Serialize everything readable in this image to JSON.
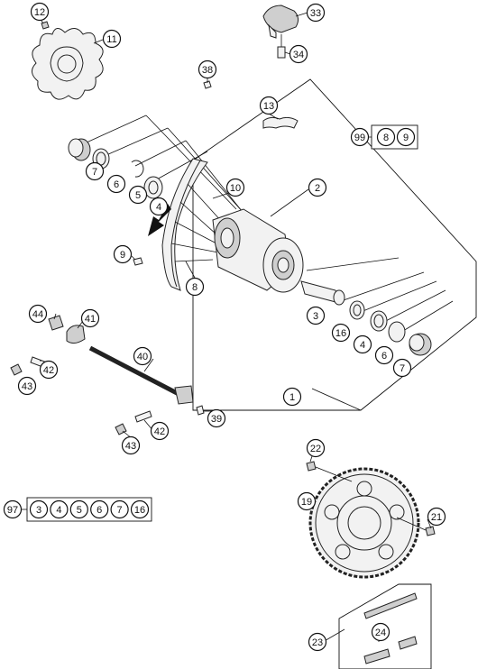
{
  "diagram": {
    "callouts": [
      {
        "id": "c-12",
        "label": "12"
      },
      {
        "id": "c-11",
        "label": "11"
      },
      {
        "id": "c-33",
        "label": "33"
      },
      {
        "id": "c-34",
        "label": "34"
      },
      {
        "id": "c-38",
        "label": "38"
      },
      {
        "id": "c-13",
        "label": "13"
      },
      {
        "id": "c-7a",
        "label": "7"
      },
      {
        "id": "c-6a",
        "label": "6"
      },
      {
        "id": "c-5a",
        "label": "5"
      },
      {
        "id": "c-4a",
        "label": "4"
      },
      {
        "id": "c-10",
        "label": "10"
      },
      {
        "id": "c-2",
        "label": "2"
      },
      {
        "id": "c-9",
        "label": "9"
      },
      {
        "id": "c-8",
        "label": "8"
      },
      {
        "id": "c-3",
        "label": "3"
      },
      {
        "id": "c-16",
        "label": "16"
      },
      {
        "id": "c-4b",
        "label": "4"
      },
      {
        "id": "c-6b",
        "label": "6"
      },
      {
        "id": "c-7b",
        "label": "7"
      },
      {
        "id": "c-44",
        "label": "44"
      },
      {
        "id": "c-41",
        "label": "41"
      },
      {
        "id": "c-40",
        "label": "40"
      },
      {
        "id": "c-42a",
        "label": "42"
      },
      {
        "id": "c-43a",
        "label": "43"
      },
      {
        "id": "c-1",
        "label": "1"
      },
      {
        "id": "c-39",
        "label": "39"
      },
      {
        "id": "c-42b",
        "label": "42"
      },
      {
        "id": "c-43b",
        "label": "43"
      },
      {
        "id": "c-22",
        "label": "22"
      },
      {
        "id": "c-19",
        "label": "19"
      },
      {
        "id": "c-21",
        "label": "21"
      },
      {
        "id": "c-24",
        "label": "24"
      },
      {
        "id": "c-23",
        "label": "23"
      }
    ],
    "kits": [
      {
        "id": "kit-99",
        "label": "99",
        "items": [
          "8",
          "9"
        ]
      },
      {
        "id": "kit-97",
        "label": "97",
        "items": [
          "3",
          "4",
          "5",
          "6",
          "7",
          "16"
        ]
      }
    ]
  }
}
